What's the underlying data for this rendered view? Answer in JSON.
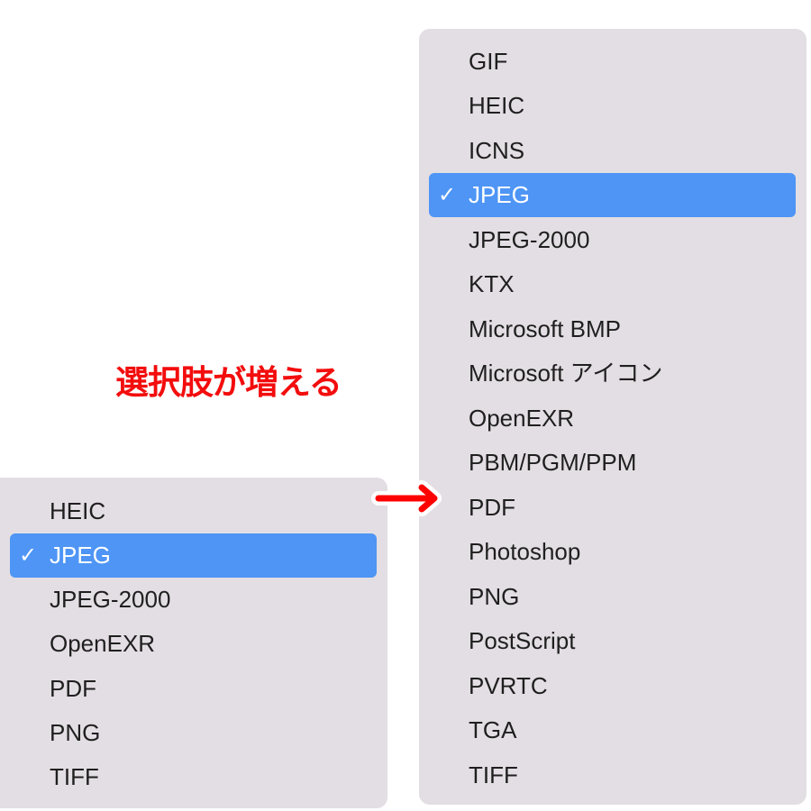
{
  "caption": "選択肢が増える",
  "check_glyph": "✓",
  "colors": {
    "menu_bg": "#e3dee3",
    "highlight": "#4e95f5",
    "caption": "#f30d0d",
    "arrow": "#ff0000"
  },
  "left_menu": {
    "selected": "JPEG",
    "items": [
      "HEIC",
      "JPEG",
      "JPEG-2000",
      "OpenEXR",
      "PDF",
      "PNG",
      "TIFF"
    ]
  },
  "right_menu": {
    "selected": "JPEG",
    "items": [
      "GIF",
      "HEIC",
      "ICNS",
      "JPEG",
      "JPEG-2000",
      "KTX",
      "Microsoft BMP",
      "Microsoft アイコン",
      "OpenEXR",
      "PBM/PGM/PPM",
      "PDF",
      "Photoshop",
      "PNG",
      "PostScript",
      "PVRTC",
      "TGA",
      "TIFF"
    ]
  }
}
